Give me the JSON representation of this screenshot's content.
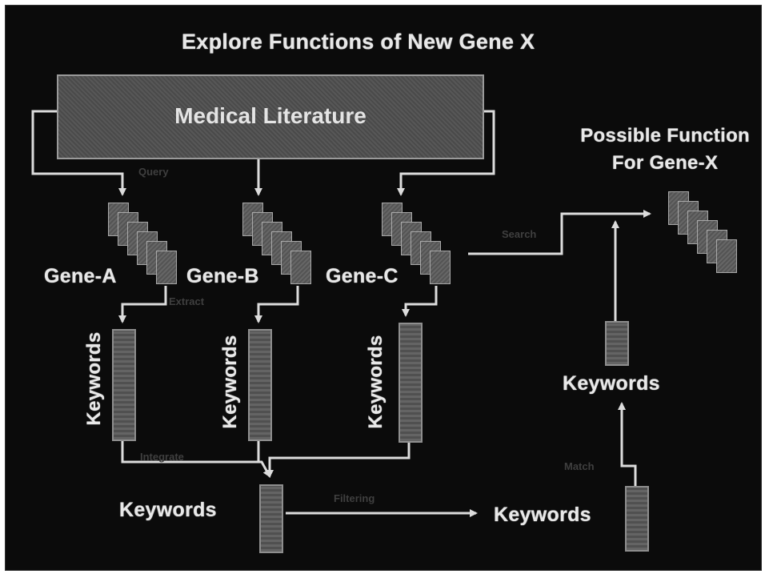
{
  "title": "Explore Functions of New Gene X",
  "source_box": "Medical Literature",
  "genes": [
    "Gene-A",
    "Gene-B",
    "Gene-C"
  ],
  "keyword_label": "Keywords",
  "merged_keywords": "Keywords",
  "filtered_keywords": "Keywords",
  "result_keywords": "Keywords",
  "result_title_line1": "Possible Function",
  "result_title_line2": "For Gene-X",
  "faint_labels": {
    "query": "Query",
    "extract": "Extract",
    "integrate": "Integrate",
    "filter": "Filtering",
    "search": "Search",
    "match": "Match"
  },
  "colors": {
    "background": "#0b0b0b",
    "line": "#dcdcdc",
    "box_fill": "#4e4e4e",
    "text": "#e8e8e8"
  },
  "icons": [
    "document-stack-icon",
    "keyword-bar-icon",
    "arrow-icon"
  ]
}
